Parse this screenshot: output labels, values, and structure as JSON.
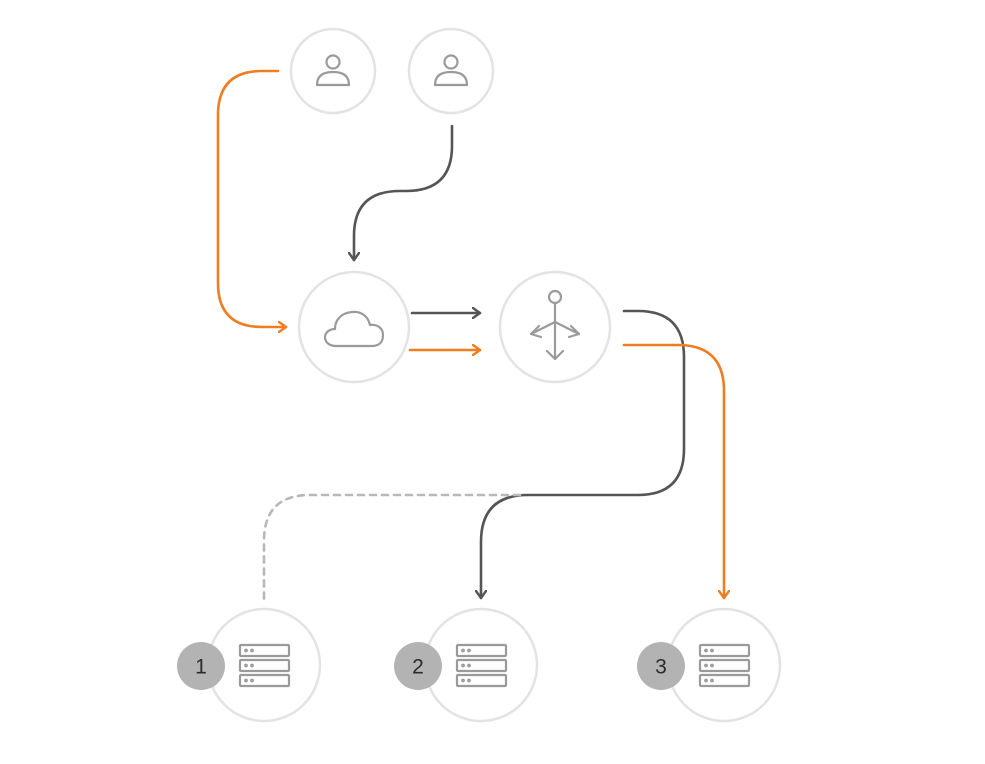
{
  "colors": {
    "accent": "#f07d1f",
    "dark": "#555555",
    "dashed": "#b8b8b8",
    "circle_stroke": "#e3e3e3",
    "icon": "#9a9a9a",
    "badge_fill": "#b3b3b3"
  },
  "nodes": {
    "users": [
      {
        "icon": "user-icon"
      },
      {
        "icon": "user-icon"
      }
    ],
    "cloud": {
      "icon": "cloud-icon"
    },
    "balancer": {
      "icon": "load-balancer-icon"
    },
    "servers": [
      {
        "badge": "1",
        "icon": "server-icon"
      },
      {
        "badge": "2",
        "icon": "server-icon"
      },
      {
        "badge": "3",
        "icon": "server-icon"
      }
    ]
  }
}
